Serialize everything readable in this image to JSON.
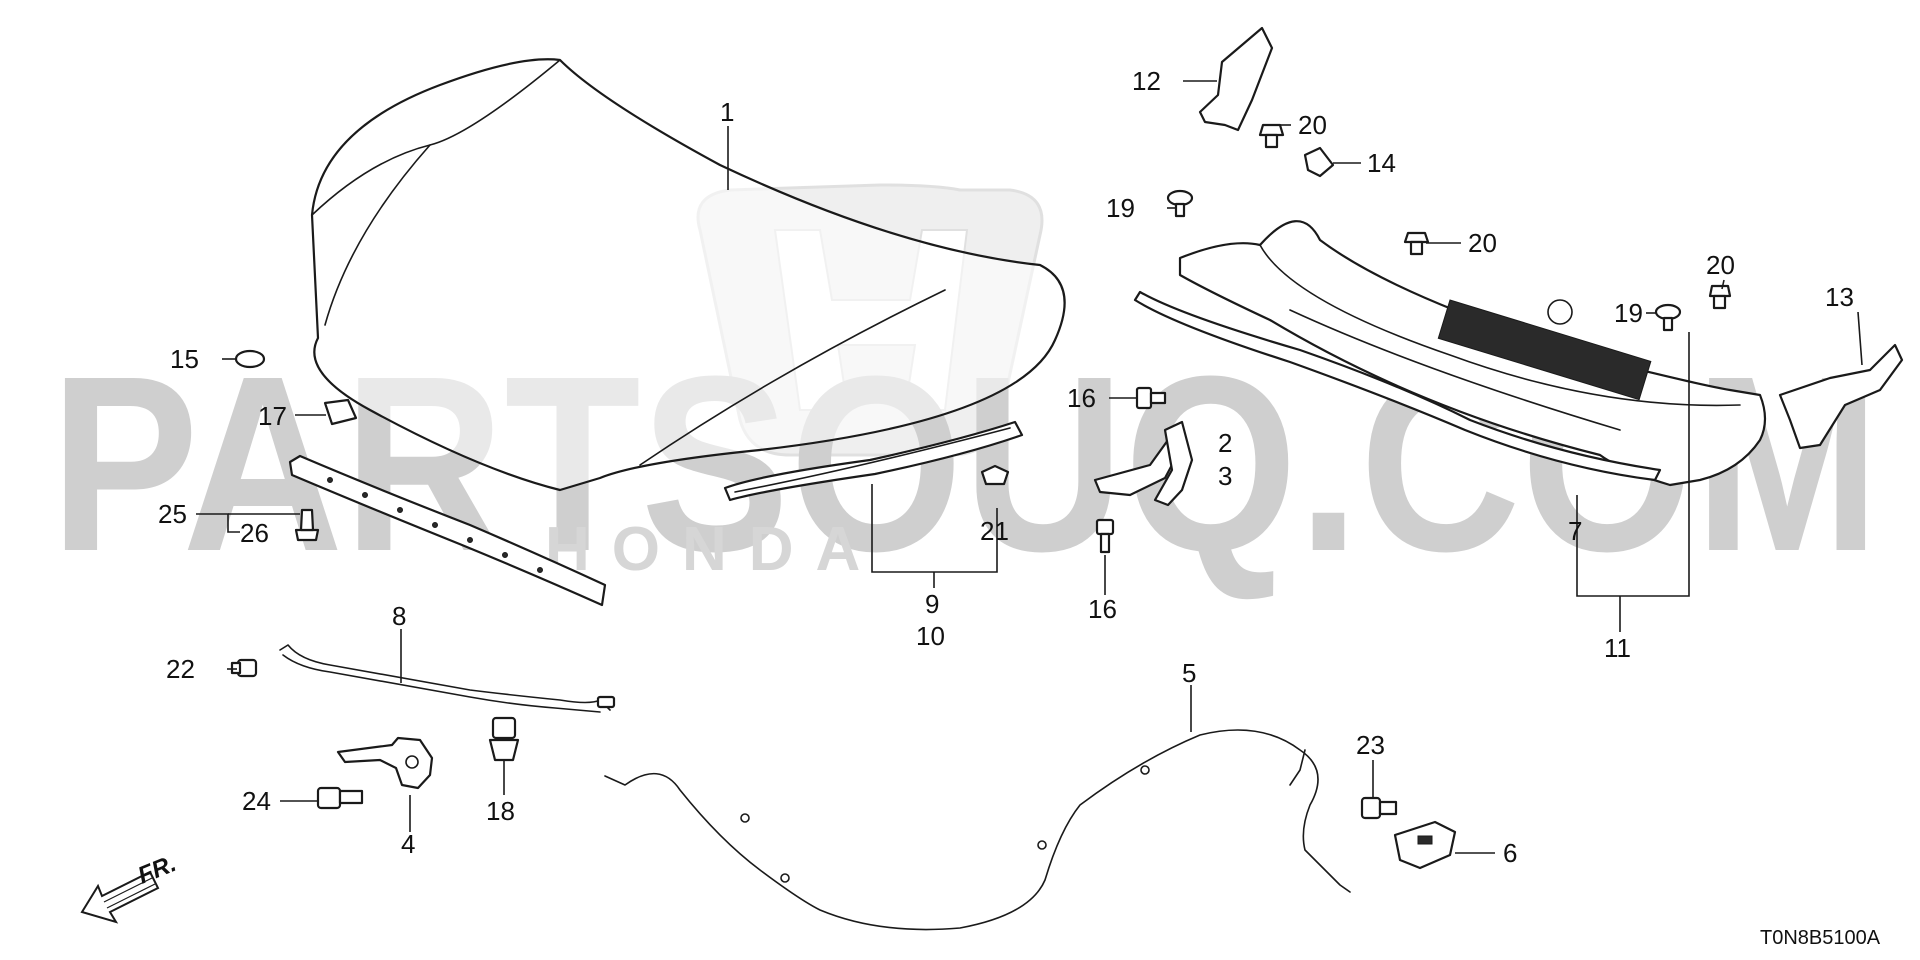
{
  "watermark": {
    "site_text": "PARTSOUQ.COM",
    "brand_text": "HONDA"
  },
  "diagram_code": "T0N8B5100A",
  "front_indicator": "FR.",
  "callouts": {
    "c1": "1",
    "c2": "2",
    "c3": "3",
    "c4": "4",
    "c5": "5",
    "c6": "6",
    "c7": "7",
    "c8": "8",
    "c9": "9",
    "c10": "10",
    "c11": "11",
    "c12": "12",
    "c13": "13",
    "c14": "14",
    "c15": "15",
    "c16a": "16",
    "c16b": "16",
    "c17": "17",
    "c18": "18",
    "c19a": "19",
    "c19b": "19",
    "c20a": "20",
    "c20b": "20",
    "c20c": "20",
    "c21": "21",
    "c22": "22",
    "c23": "23",
    "c24": "24",
    "c25": "25",
    "c26": "26"
  }
}
